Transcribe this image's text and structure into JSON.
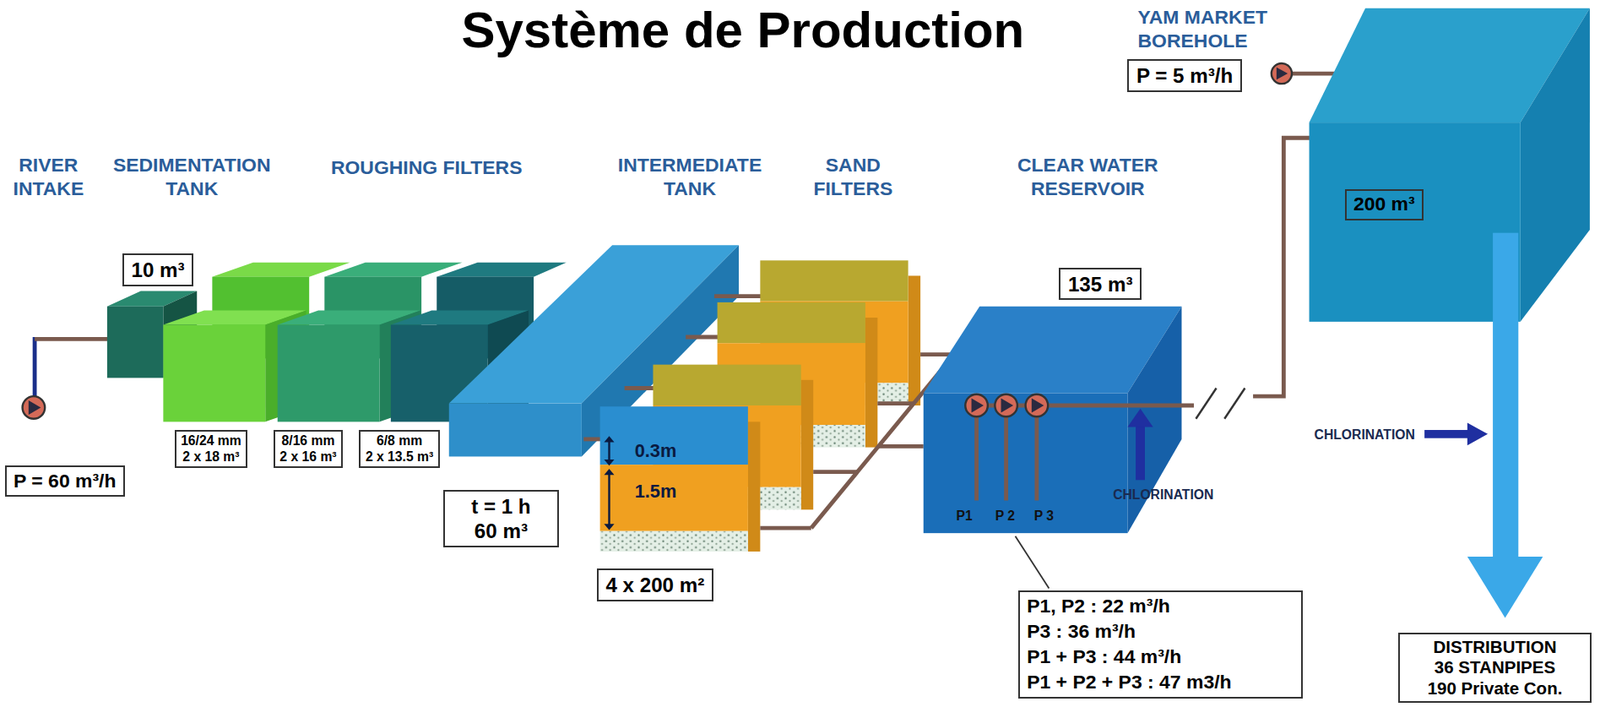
{
  "diagram": {
    "title": "Système de Production",
    "nodes": [
      {
        "text": [
          "10 m³"
        ]
      },
      {
        "text": [
          "P = 60 m³/h"
        ]
      },
      {
        "text": [
          "16/24 mm",
          "2 x 18 m³"
        ]
      },
      {
        "text": [
          "8/16 mm",
          "2 x 16 m³"
        ]
      },
      {
        "text": [
          "6/8 mm",
          "2 x 13.5 m³"
        ]
      },
      {
        "text": [
          "t = 1 h",
          "60 m³"
        ]
      },
      {
        "text": [
          "4 x 200 m²"
        ]
      },
      {
        "text": [
          "135 m³"
        ]
      },
      {
        "text": [
          "P = 5 m³/h"
        ]
      },
      {
        "text": [
          "200 m³"
        ]
      },
      {
        "text": [
          "P1, P2 : 22 m³/h",
          "P3 : 36 m³/h",
          "P1 + P3 : 44 m³/h",
          "P1 + P2 + P3 : 47 m3/h"
        ]
      },
      {
        "text": [
          "DISTRIBUTION",
          "36 STANPIPES",
          "190 Private Con."
        ]
      }
    ],
    "labels": [
      "RIVER INTAKE",
      "SEDIMENTATION TANK",
      "ROUGHING FILTERS",
      "INTERMEDIATE TANK",
      "SAND FILTERS",
      "CLEAR WATER RESERVOIR",
      "YAM MARKET BOREHOLE",
      "0.3m",
      "1.5m",
      "P1",
      "P 2",
      "P 3",
      "CHLORINATION",
      "CHLORINATION"
    ]
  }
}
